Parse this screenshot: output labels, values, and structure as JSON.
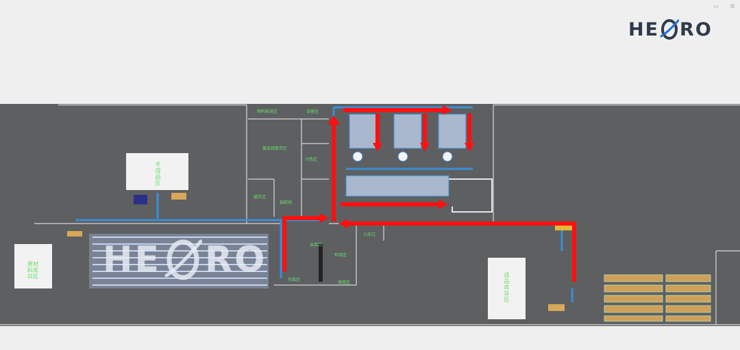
{
  "window_controls": {
    "restore": "▭",
    "close": "⊠"
  },
  "logo": {
    "left_text": "HE",
    "right_text": "RO",
    "ring_icon": "orbit-ring-icon",
    "color": "#2f3a4a",
    "accent": "#1e6fd9"
  },
  "floor_logo": {
    "left_text": "HE",
    "right_text": "RO"
  },
  "zones": {
    "left_room_label": "原材料库存区",
    "upper_room_label": "半成品区",
    "right_room_label": "成品库存区",
    "center_small_1": "物料配送区",
    "center_small_2": "设备区",
    "label_a": "输送线暂存区",
    "label_b": "分拣区",
    "label_c": "装配线",
    "label_d": "缓存区",
    "label_e": "出库口",
    "label_f": "入库口",
    "label_g": "检测区",
    "label_h": "包装区",
    "label_i": "维修区"
  },
  "colors": {
    "floor": "#5d5f61",
    "arrow": "#ff1010",
    "conveyor": "#3b8ed6",
    "text_green": "#6bdc6b"
  }
}
